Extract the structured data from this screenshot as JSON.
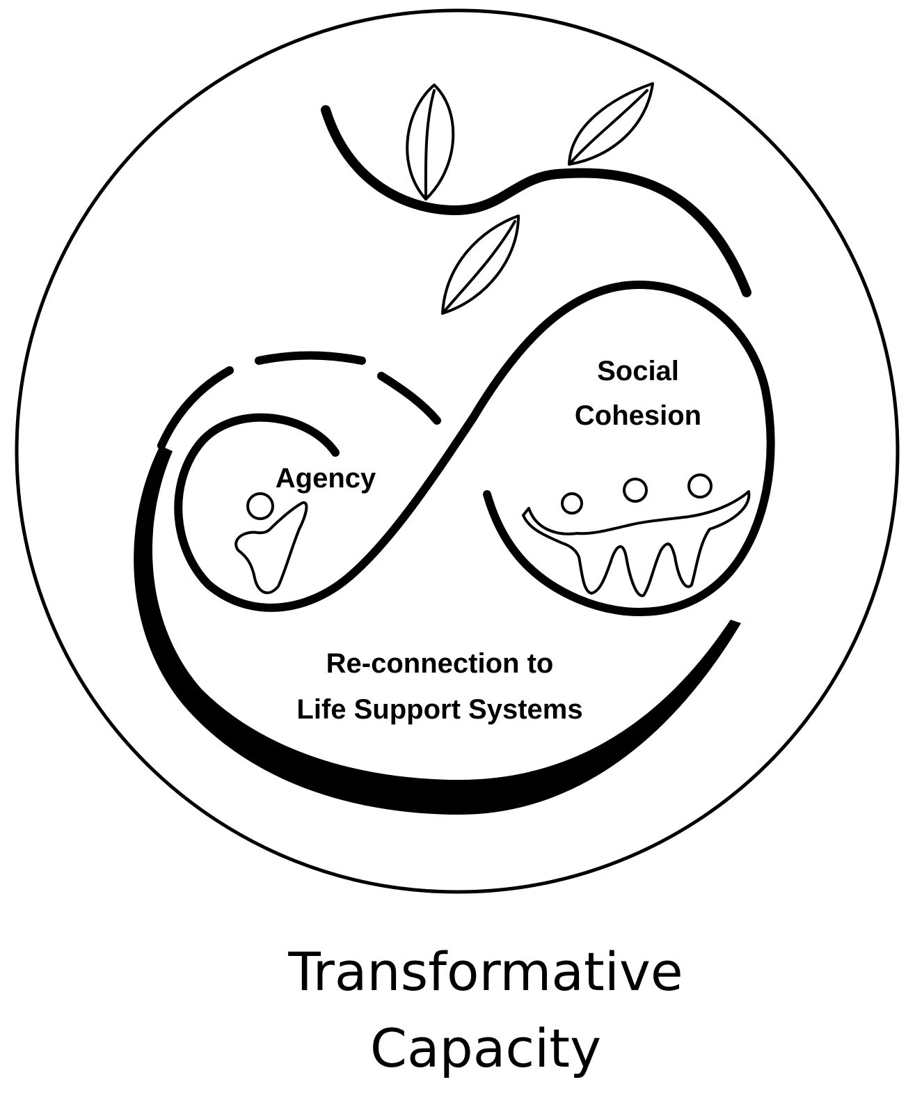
{
  "labels": {
    "agency": "Agency",
    "social_line1": "Social",
    "social_line2": "Cohesion",
    "reconnection_line1": "Re-connection  to",
    "reconnection_line2": "Life Support  Systems"
  },
  "caption": {
    "line1": "Transformative",
    "line2": "Capacity"
  },
  "colors": {
    "ink": "#000000",
    "background": "#ffffff"
  },
  "icons": [
    "leaf-icon",
    "person-icon",
    "group-of-people-icon",
    "infinity-loop-icon"
  ]
}
